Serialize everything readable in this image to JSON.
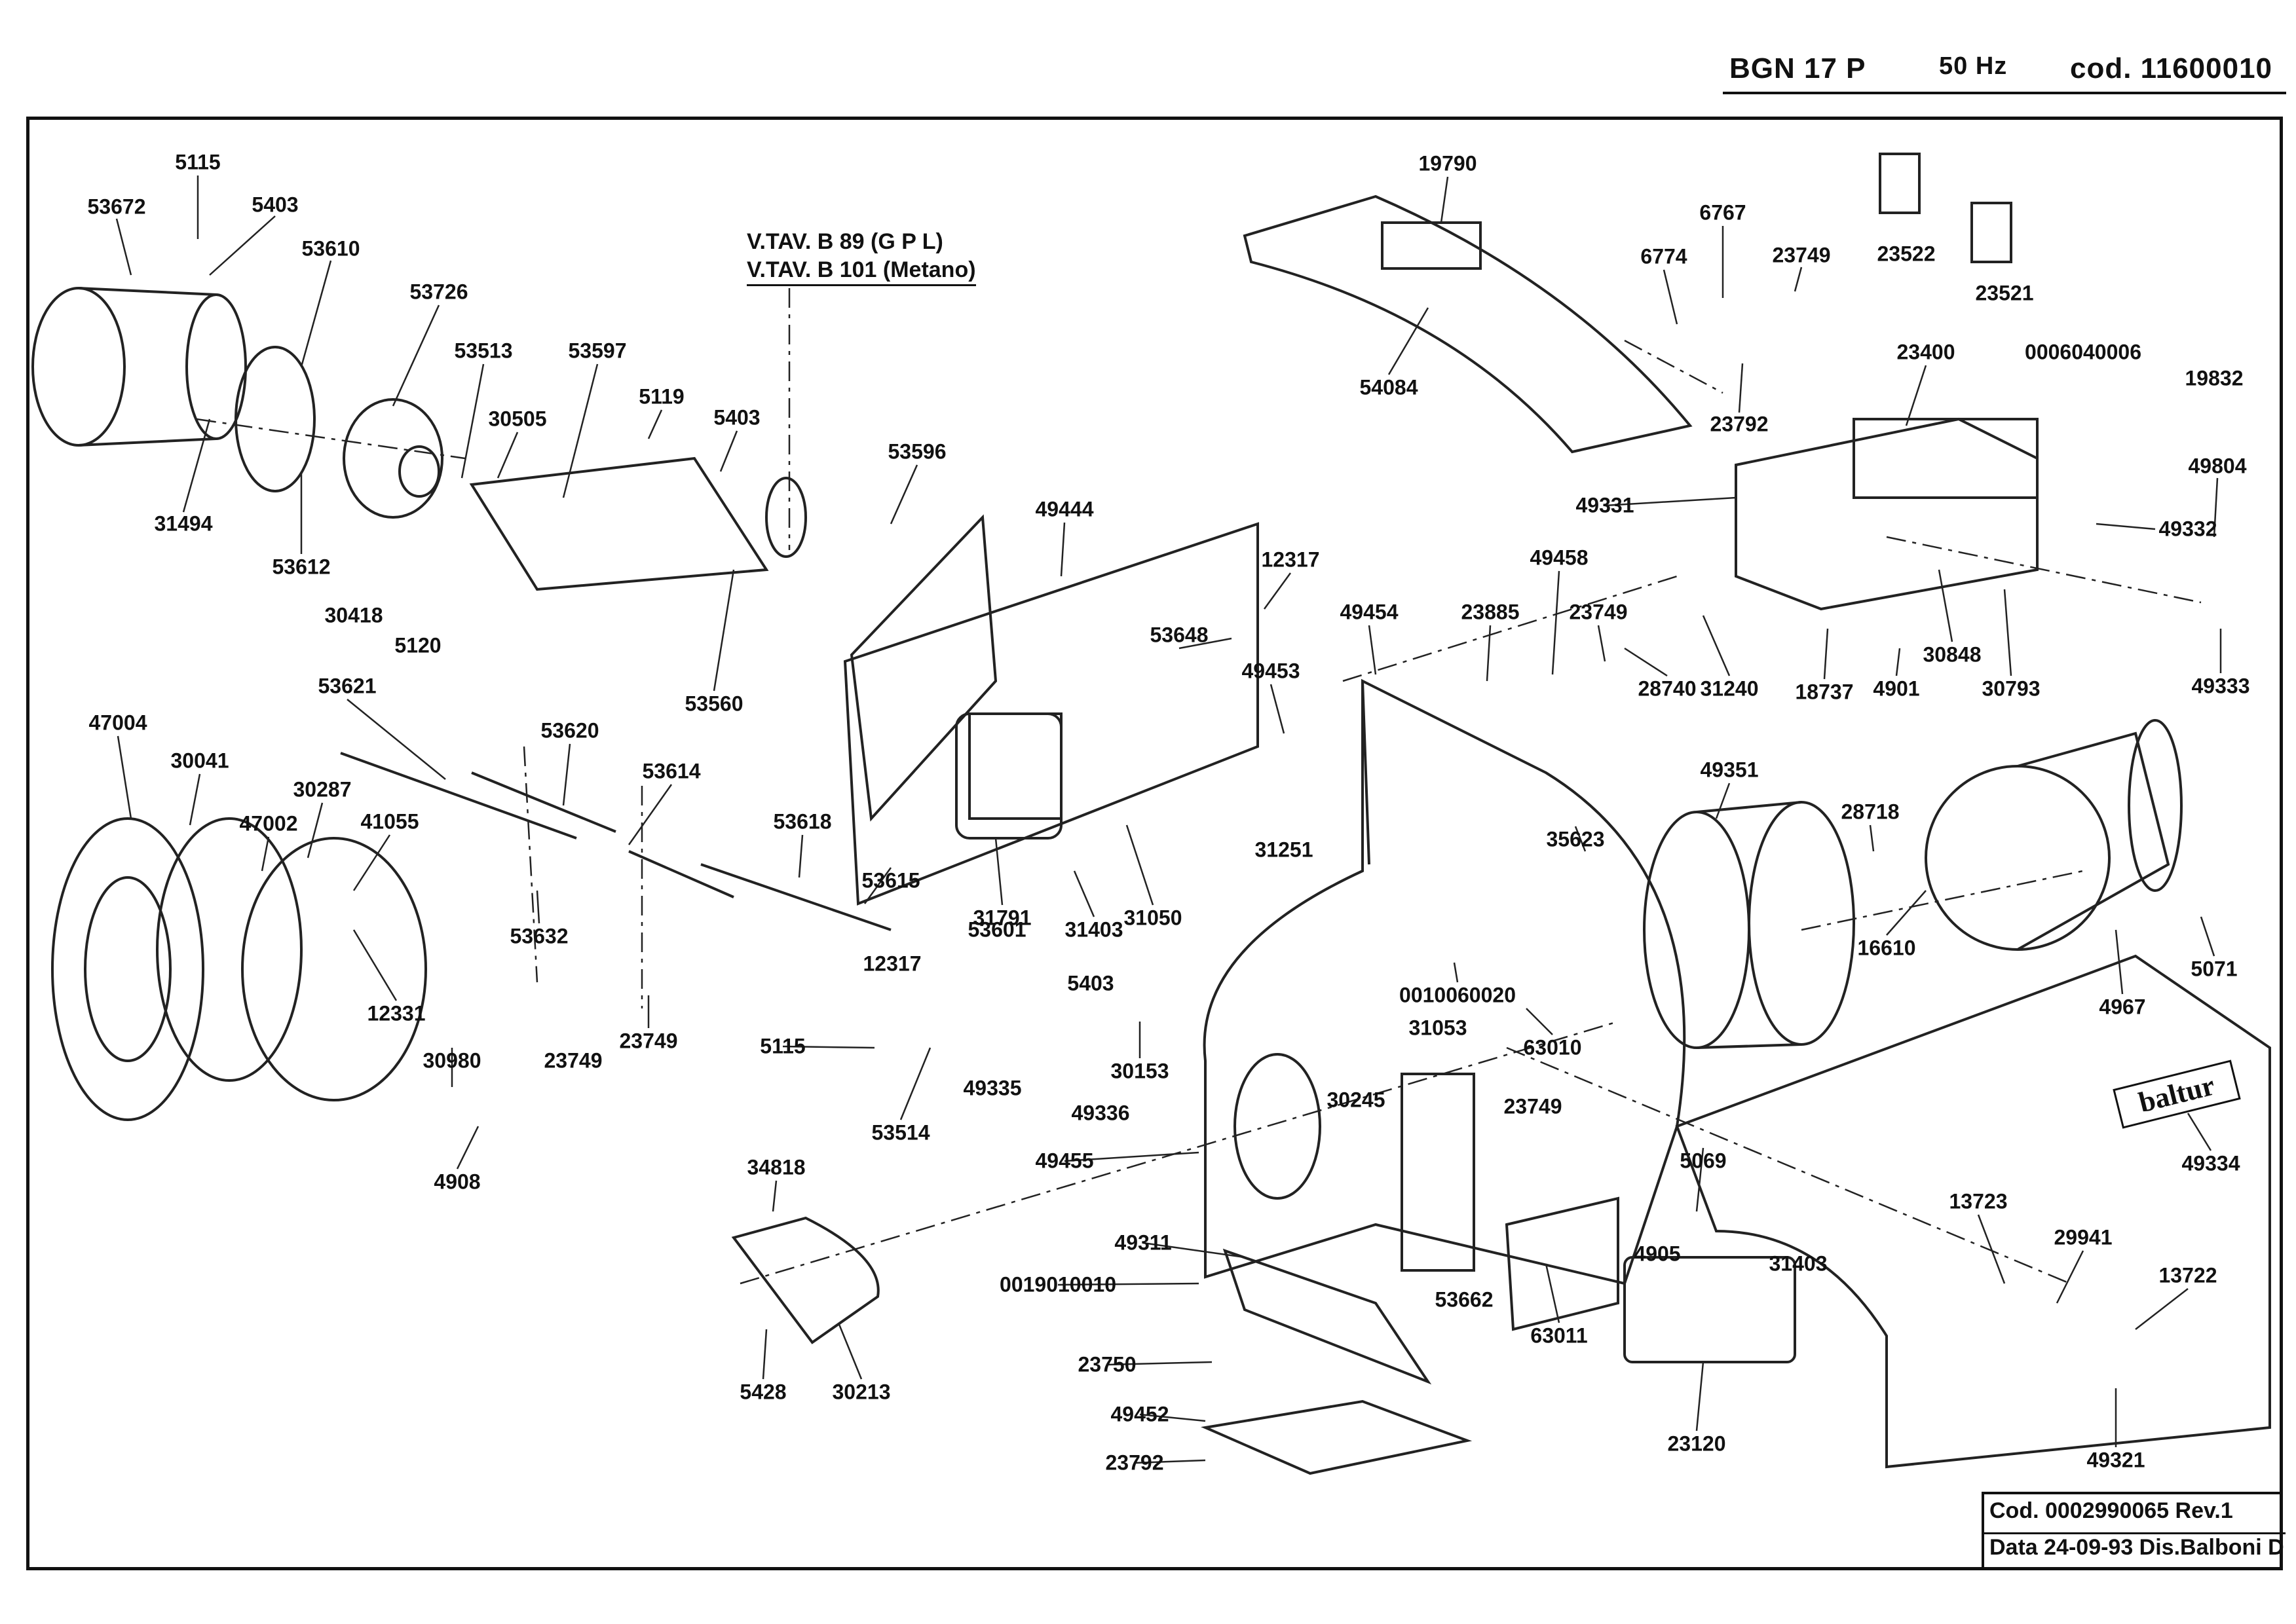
{
  "header": {
    "model": "BGN 17 P",
    "frequency": "50 Hz",
    "code": "cod. 11600010"
  },
  "valve_note": {
    "line1": "V.TAV. B 89 (G P L)",
    "line2": "V.TAV. B 101 (Metano)"
  },
  "brand_logo": "baltur",
  "title_block": {
    "code_line": "Cod. 0002990065  Rev.1",
    "date_line": "Data 24-09-93 Dis.Balboni D"
  },
  "part_refs": [
    "5115",
    "5403",
    "53672",
    "53610",
    "53726",
    "53513",
    "53597",
    "31494",
    "53612",
    "30505",
    "30418",
    "5120",
    "5119",
    "5403",
    "53596",
    "49444",
    "53560",
    "12317",
    "53648",
    "49454",
    "49453",
    "23885",
    "49458",
    "23749",
    "28740",
    "31240",
    "19790",
    "54084",
    "6767",
    "6774",
    "23749",
    "23792",
    "23522",
    "23521",
    "23400",
    "0006040006",
    "19832",
    "49331",
    "49804",
    "49332",
    "30848",
    "30793",
    "49333",
    "18737",
    "4901",
    "47004",
    "53621",
    "53620",
    "30041",
    "30287",
    "47002",
    "41055",
    "53614",
    "53618",
    "53615",
    "53632",
    "31791",
    "31050",
    "31251",
    "31403",
    "35623",
    "49351",
    "28718",
    "16610",
    "5071",
    "4967",
    "12331",
    "30980",
    "4908",
    "23749",
    "23749",
    "53601",
    "12317",
    "5403",
    "5115",
    "30153",
    "49335",
    "49336",
    "53514",
    "0010060020",
    "31053",
    "63010",
    "30245",
    "49455",
    "23749",
    "5069",
    "49334",
    "34818",
    "49311",
    "0019010010",
    "4905",
    "31403",
    "53662",
    "13723",
    "29941",
    "13722",
    "23750",
    "49452",
    "23792",
    "5428",
    "30213",
    "63011",
    "23120",
    "49321"
  ]
}
